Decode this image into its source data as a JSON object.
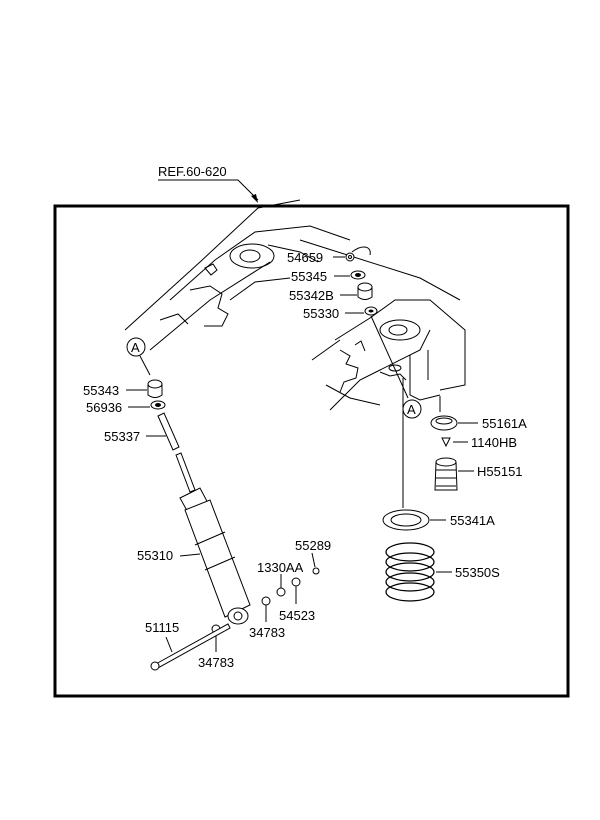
{
  "reference": "REF.60-620",
  "callouts": [
    "A",
    "A"
  ],
  "parts": {
    "p54659": "54659",
    "p55345": "55345",
    "p55342B": "55342B",
    "p55330": "55330",
    "p55343": "55343",
    "p56936": "56936",
    "p55337": "55337",
    "p55161A": "55161A",
    "p1140HB": "1140HB",
    "pH55151": "H55151",
    "p55341A": "55341A",
    "p55350S": "55350S",
    "p55310": "55310",
    "p55289": "55289",
    "p1330AA": "1330AA",
    "p54523": "54523",
    "p34783a": "34783",
    "p51115": "51115",
    "p34783b": "34783"
  }
}
